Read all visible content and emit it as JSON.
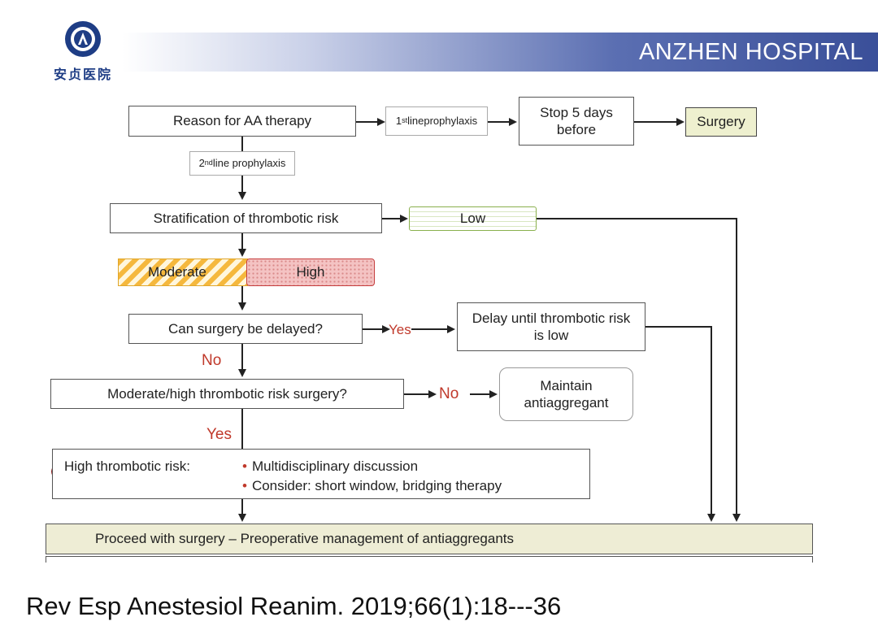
{
  "header": {
    "title": "ANZHEN  HOSPITAL",
    "logo_text": "安贞医院"
  },
  "flow": {
    "reason": "Reason for AA therapy",
    "first_line_sup": "st",
    "first_line_pre": "1",
    "first_line_post": " lineprophylaxis",
    "stop": "Stop 5 days before",
    "surgery": "Surgery",
    "second_line_pre": "2",
    "second_line_sup": "nd",
    "second_line_post": " line prophylaxis",
    "stratification": "Stratification of thrombotic risk",
    "low": "Low",
    "moderate": "Moderate",
    "high": "High",
    "delay_q": "Can surgery be delayed?",
    "yes1": "Yes",
    "delay_until": "Delay until thrombotic risk is low",
    "no1": "No",
    "modhigh_q": "Moderate/high thrombotic risk surgery?",
    "no2": "No",
    "maintain": "Maintain antiaggregant",
    "yes2": "Yes",
    "high_risk": "High thrombotic risk:",
    "bullet1": "Multidisciplinary discussion",
    "bullet2": "Consider: short window, bridging therapy",
    "proceed": "Proceed with surgery – Preoperative management of antiaggregants"
  },
  "citation": "Rev Esp Anestesiol Reanim. 2019;66(1):18---36"
}
